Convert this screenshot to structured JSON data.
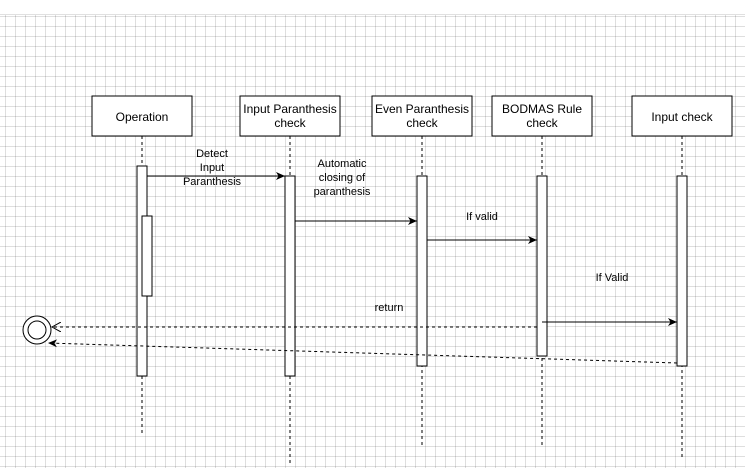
{
  "diagram": {
    "type": "sequence",
    "colors": {
      "line": "#000000",
      "fill": "#ffffff"
    },
    "participants": [
      {
        "id": "operation",
        "lines": [
          "Operation"
        ]
      },
      {
        "id": "input-paranthesis",
        "lines": [
          "Input Paranthesis",
          "check"
        ]
      },
      {
        "id": "even-paranthesis",
        "lines": [
          "Even Paranthesis",
          "check"
        ]
      },
      {
        "id": "bodmas",
        "lines": [
          "BODMAS Rule",
          "check"
        ]
      },
      {
        "id": "input-check",
        "lines": [
          "Input check"
        ]
      }
    ],
    "messages": [
      {
        "from": "operation",
        "to": "input-paranthesis",
        "style": "solid",
        "lines": [
          "Detect",
          "Input",
          "Paranthesis"
        ]
      },
      {
        "from": "input-paranthesis",
        "to": "even-paranthesis",
        "style": "solid",
        "lines": [
          "Automatic",
          "closing of",
          "paranthesis"
        ]
      },
      {
        "from": "even-paranthesis",
        "to": "bodmas",
        "style": "solid",
        "lines": [
          "If valid"
        ]
      },
      {
        "from": "bodmas",
        "to": "input-check",
        "style": "solid",
        "lines": [
          "If Valid"
        ]
      },
      {
        "from": "bodmas",
        "to": "end",
        "style": "dashed",
        "lines": [
          "return"
        ]
      },
      {
        "from": "input-check",
        "to": "end",
        "style": "dashed",
        "lines": []
      }
    ],
    "end_node": {
      "symbol": "end-state"
    }
  }
}
